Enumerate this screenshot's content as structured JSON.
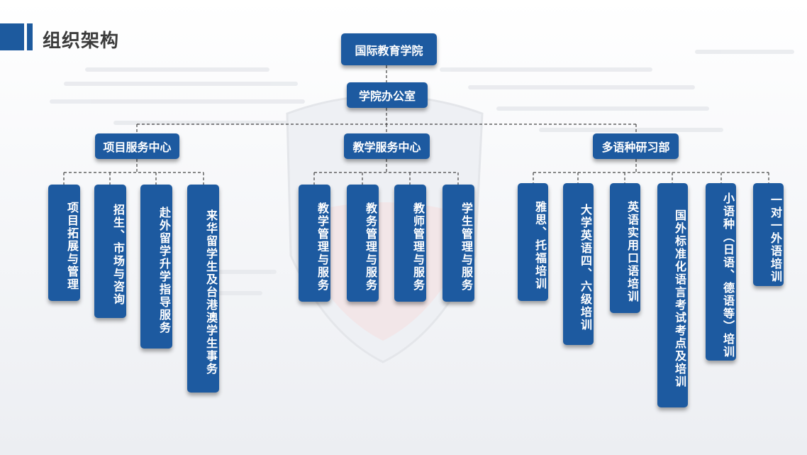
{
  "header": {
    "title": "组织架构"
  },
  "colors": {
    "box": "#1d5aa0",
    "accent": "#1d5a9e"
  },
  "root": {
    "label": "国际教育学院"
  },
  "office": {
    "label": "学院办公室"
  },
  "centers": [
    {
      "label": "项目服务中心"
    },
    {
      "label": "教学服务中心"
    },
    {
      "label": "多语种研习部"
    }
  ],
  "units": [
    {
      "label": "项目拓展与管理"
    },
    {
      "label": "招生、市场与咨询"
    },
    {
      "label": "赴外留学升学指导服务"
    },
    {
      "label": "来华留学生及台港澳学生事务"
    },
    {
      "label": "教学管理与服务"
    },
    {
      "label": "教务管理与服务"
    },
    {
      "label": "教师管理与服务"
    },
    {
      "label": "学生管理与服务"
    },
    {
      "label": "雅思、托福培训"
    },
    {
      "label": "大学英语四、六级培训"
    },
    {
      "label": "英语实用口语培训"
    },
    {
      "label": "国外标准化语言考试考点及培训"
    },
    {
      "label": "小语种（日语、德语等）培训"
    },
    {
      "label": "一对一外语培训"
    }
  ]
}
